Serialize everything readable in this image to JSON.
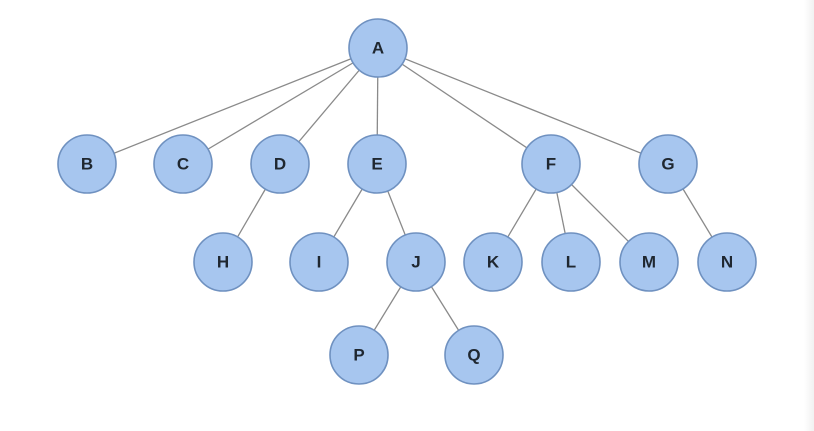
{
  "diagram": {
    "type": "tree",
    "colors": {
      "node_fill": "#a7c6ef",
      "node_stroke": "#6f91c0",
      "edge": "#8a8a8a",
      "label": "#1f2730"
    },
    "nodes": [
      {
        "id": "A",
        "label": "A"
      },
      {
        "id": "B",
        "label": "B"
      },
      {
        "id": "C",
        "label": "C"
      },
      {
        "id": "D",
        "label": "D"
      },
      {
        "id": "E",
        "label": "E"
      },
      {
        "id": "F",
        "label": "F"
      },
      {
        "id": "G",
        "label": "G"
      },
      {
        "id": "H",
        "label": "H"
      },
      {
        "id": "I",
        "label": "I"
      },
      {
        "id": "J",
        "label": "J"
      },
      {
        "id": "K",
        "label": "K"
      },
      {
        "id": "L",
        "label": "L"
      },
      {
        "id": "M",
        "label": "M"
      },
      {
        "id": "N",
        "label": "N"
      },
      {
        "id": "P",
        "label": "P"
      },
      {
        "id": "Q",
        "label": "Q"
      }
    ],
    "edges": [
      {
        "from": "A",
        "to": "B"
      },
      {
        "from": "A",
        "to": "C"
      },
      {
        "from": "A",
        "to": "D"
      },
      {
        "from": "A",
        "to": "E"
      },
      {
        "from": "A",
        "to": "F"
      },
      {
        "from": "A",
        "to": "G"
      },
      {
        "from": "D",
        "to": "H"
      },
      {
        "from": "E",
        "to": "I"
      },
      {
        "from": "E",
        "to": "J"
      },
      {
        "from": "F",
        "to": "K"
      },
      {
        "from": "F",
        "to": "L"
      },
      {
        "from": "F",
        "to": "M"
      },
      {
        "from": "G",
        "to": "N"
      },
      {
        "from": "J",
        "to": "P"
      },
      {
        "from": "J",
        "to": "Q"
      }
    ]
  }
}
